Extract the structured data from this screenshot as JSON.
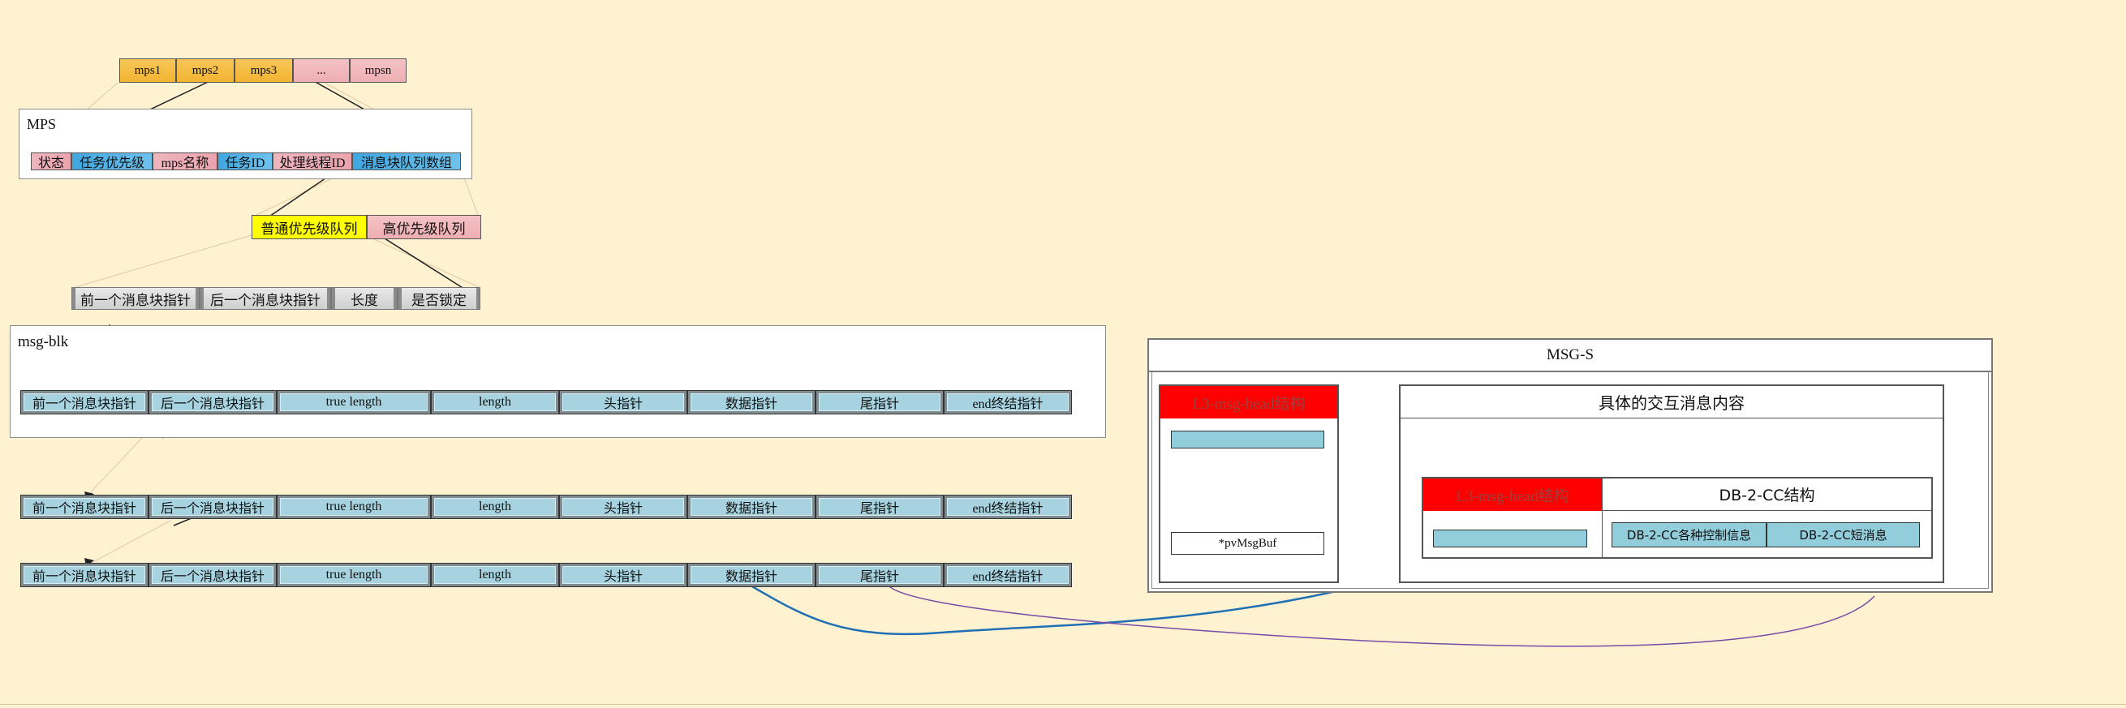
{
  "mps_array": {
    "slots": [
      {
        "label": "mps1",
        "style": "orange"
      },
      {
        "label": "mps2",
        "style": "orange"
      },
      {
        "label": "mps3",
        "style": "orange"
      },
      {
        "label": "...",
        "style": "pink"
      },
      {
        "label": "mpsn",
        "style": "pink"
      }
    ]
  },
  "mps_struct": {
    "title": "MPS",
    "fields": [
      "状态",
      "任务优先级",
      "mps名称",
      "任务ID",
      "处理线程ID",
      "消息块队列数组"
    ]
  },
  "queues": {
    "normal": "普通优先级队列",
    "high": "高优先级队列"
  },
  "queue_head": {
    "fields": [
      "前一个消息块指针",
      "后一个消息块指针",
      "长度",
      "是否锁定"
    ]
  },
  "msg_blk": {
    "title": "msg-blk",
    "fields": [
      "前一个消息块指针",
      "后一个消息块指针",
      "true length",
      "length",
      "头指针",
      "数据指针",
      "尾指针",
      "end终结指针"
    ]
  },
  "blk_rows": {
    "row2": [
      "前一个消息块指针",
      "后一个消息块指针",
      "true length",
      "length",
      "头指针",
      "数据指针",
      "尾指针",
      "end终结指针"
    ],
    "row3": [
      "前一个消息块指针",
      "后一个消息块指针",
      "true length",
      "length",
      "头指针",
      "数据指针",
      "尾指针",
      "end终结指针"
    ]
  },
  "msg_s": {
    "title": "MSG-S",
    "l3_head": "L3-msg-head结构",
    "pv_buf": "*pvMsgBuf",
    "content_title": "具体的交互消息内容",
    "inner_l3_head": "L3-msg-head结构",
    "db2cc": "DB-2-CC结构",
    "db2cc_ctrl": "DB-2-CC各种控制信息",
    "db2cc_short": "DB-2-CC短消息"
  },
  "colors": {
    "background": "#fef2d0",
    "orange": "#f3b430",
    "pink": "#eeaeb2",
    "cyan_field": "#3fa6e0",
    "block_blue": "#a6d3df",
    "red_head": "#ff0000",
    "yellow_queue": "#ffff00",
    "curve_blue": "#1f6fb5",
    "curve_purple": "#7a4aa8"
  }
}
